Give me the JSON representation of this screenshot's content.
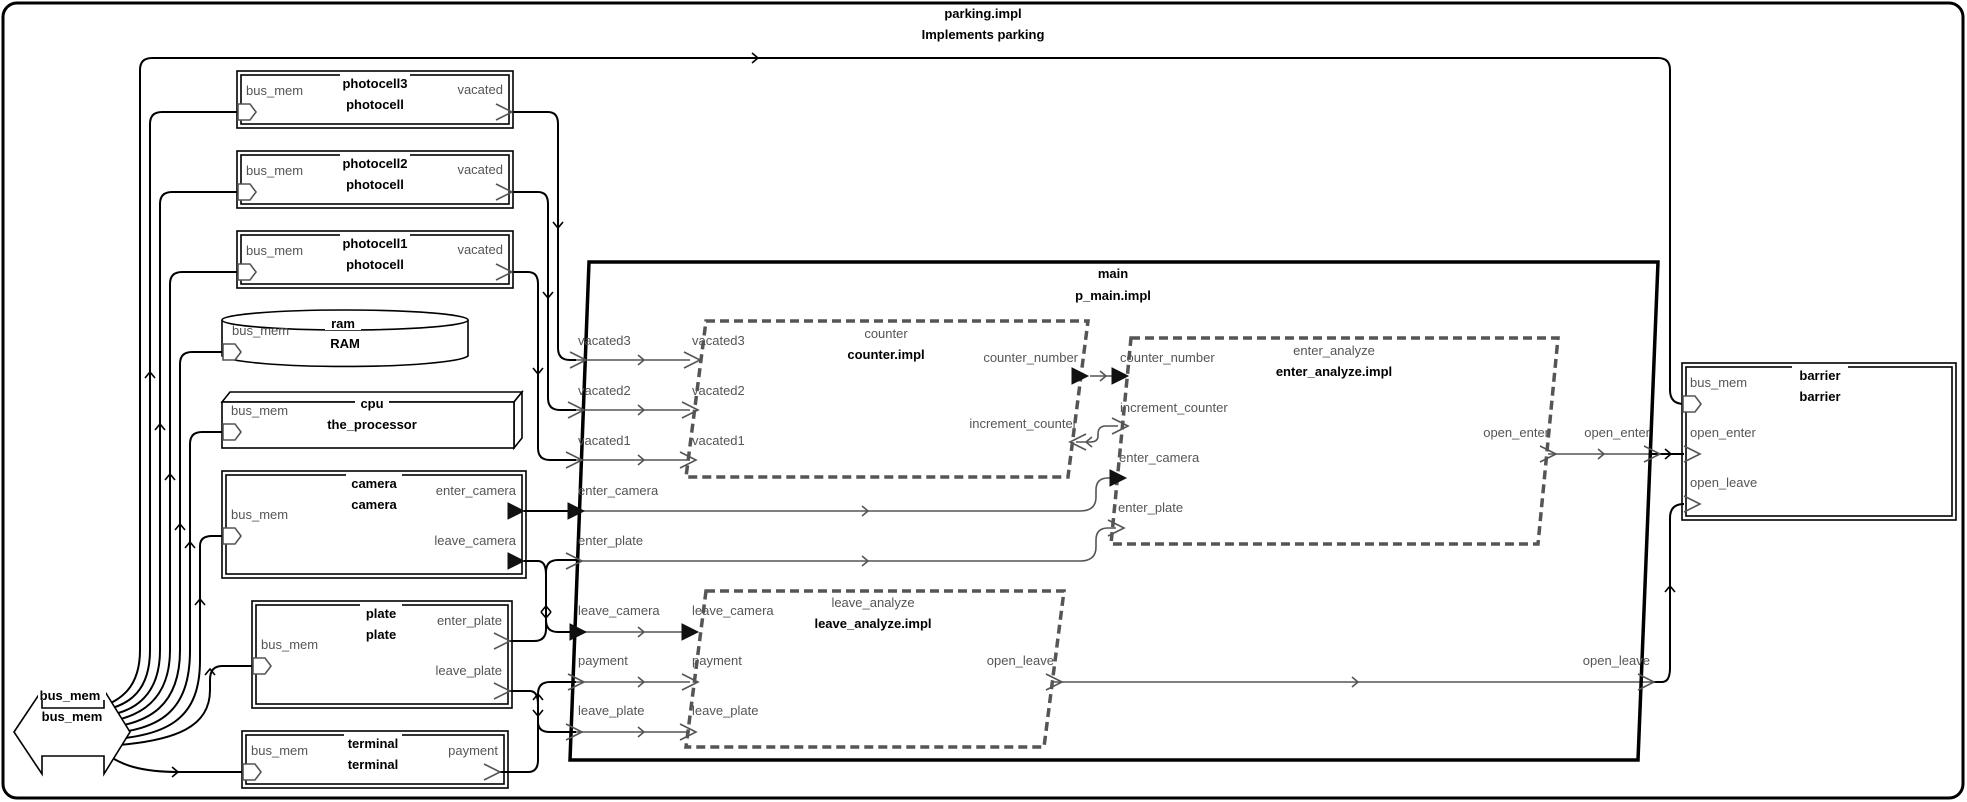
{
  "system": {
    "name": "parking.impl",
    "subtitle": "Implements parking"
  },
  "components": {
    "photocell3": {
      "name": "photocell3",
      "type": "photocell",
      "port_in": "bus_mem",
      "port_out": "vacated"
    },
    "photocell2": {
      "name": "photocell2",
      "type": "photocell",
      "port_in": "bus_mem",
      "port_out": "vacated"
    },
    "photocell1": {
      "name": "photocell1",
      "type": "photocell",
      "port_in": "bus_mem",
      "port_out": "vacated"
    },
    "ram": {
      "name": "ram",
      "type": "RAM",
      "port_in": "bus_mem"
    },
    "cpu": {
      "name": "cpu",
      "type": "the_processor",
      "port_in": "bus_mem"
    },
    "camera": {
      "name": "camera",
      "type": "camera",
      "port_in": "bus_mem",
      "port_out1": "enter_camera",
      "port_out2": "leave_camera"
    },
    "plate": {
      "name": "plate",
      "type": "plate",
      "port_in": "bus_mem",
      "port_out1": "enter_plate",
      "port_out2": "leave_plate"
    },
    "terminal": {
      "name": "terminal",
      "type": "terminal",
      "port_in": "bus_mem",
      "port_out": "payment"
    },
    "bus": {
      "name": "bus_mem",
      "type": "bus_mem"
    },
    "barrier": {
      "name": "barrier",
      "type": "barrier",
      "ports": [
        "bus_mem",
        "open_enter",
        "open_leave"
      ]
    }
  },
  "main": {
    "name": "main",
    "type": "p_main.impl",
    "ports_left": [
      "vacated3",
      "vacated2",
      "vacated1",
      "enter_camera",
      "enter_plate",
      "leave_camera",
      "payment",
      "leave_plate"
    ],
    "ports_right": [
      "open_enter",
      "open_leave"
    ],
    "counter": {
      "name": "counter",
      "type": "counter.impl",
      "ports_in": [
        "vacated3",
        "vacated2",
        "vacated1"
      ],
      "ports_out": [
        "counter_number",
        "increment_counter"
      ]
    },
    "enter_analyze": {
      "name": "enter_analyze",
      "type": "enter_analyze.impl",
      "ports_in": [
        "counter_number",
        "increment_counter",
        "enter_camera",
        "enter_plate"
      ],
      "port_out": "open_enter"
    },
    "leave_analyze": {
      "name": "leave_analyze",
      "type": "leave_analyze.impl",
      "ports_in": [
        "leave_camera",
        "payment",
        "leave_plate"
      ],
      "port_out": "open_leave"
    }
  }
}
